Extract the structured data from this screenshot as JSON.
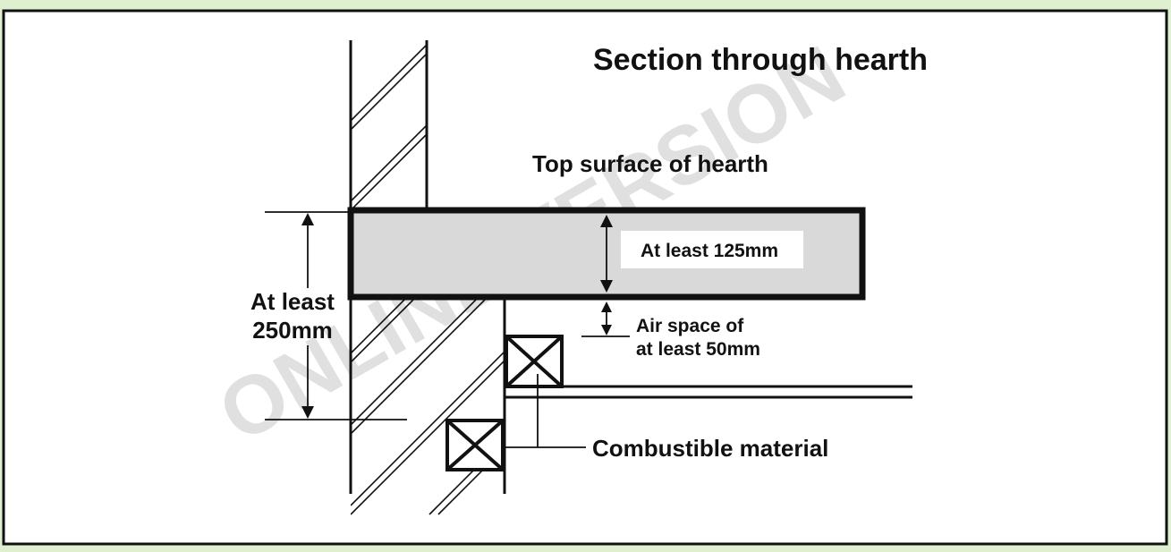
{
  "diagram": {
    "title": "Section through hearth",
    "top_surface_label": "Top surface of hearth",
    "hearth_thickness_label": "At least 125mm",
    "total_depth_line1": "At least",
    "total_depth_line2": "250mm",
    "air_space_line1": "Air space of",
    "air_space_line2": "at least 50mm",
    "combustible_label": "Combustible material",
    "watermark": "ONLINE VERSION"
  },
  "colors": {
    "page_background": "#dff0d0",
    "panel_background": "#ffffff",
    "hearth_fill": "#d9d9d9",
    "line": "#111111"
  }
}
